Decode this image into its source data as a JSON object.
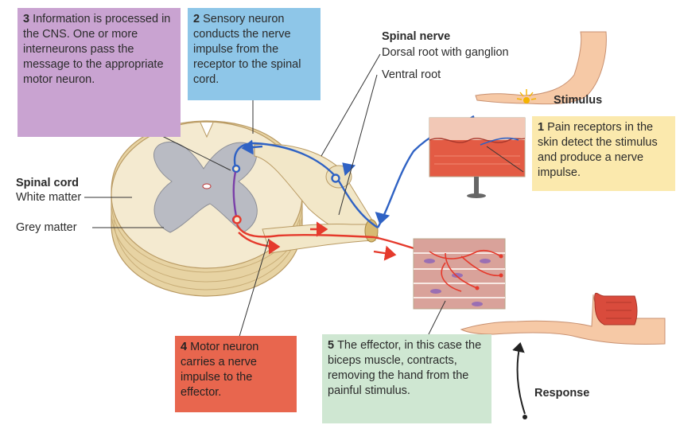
{
  "boxes": {
    "b3": {
      "num": "3",
      "text": "Information is processed in the CNS. One or more interneurons pass the message to the appropriate motor neuron."
    },
    "b2": {
      "num": "2",
      "text": "Sensory neuron conducts the nerve impulse from the receptor to the spinal cord."
    },
    "b1": {
      "num": "1",
      "text": "Pain receptors in the skin detect the stimulus and produce a nerve impulse."
    },
    "b4": {
      "num": "4",
      "text": "Motor neuron carries a nerve impulse to the effector."
    },
    "b5": {
      "num": "5",
      "text": "The effector, in this case the biceps muscle, contracts, removing the hand from the painful stimulus."
    }
  },
  "labels": {
    "spinal_nerve": "Spinal nerve",
    "dorsal_root": "Dorsal root with ganglion",
    "ventral_root": "Ventral root",
    "spinal_cord": "Spinal cord",
    "white_matter": "White matter",
    "grey_matter": "Grey matter",
    "stimulus": "Stimulus",
    "response": "Response"
  },
  "colors": {
    "sensory": "#2f62c4",
    "motor": "#e53a2c",
    "interneuron": "#7a3fa8",
    "grey_matter": "#b9bbc3",
    "white_matter": "#f3e8c6",
    "muscle": "#d9a29a"
  }
}
